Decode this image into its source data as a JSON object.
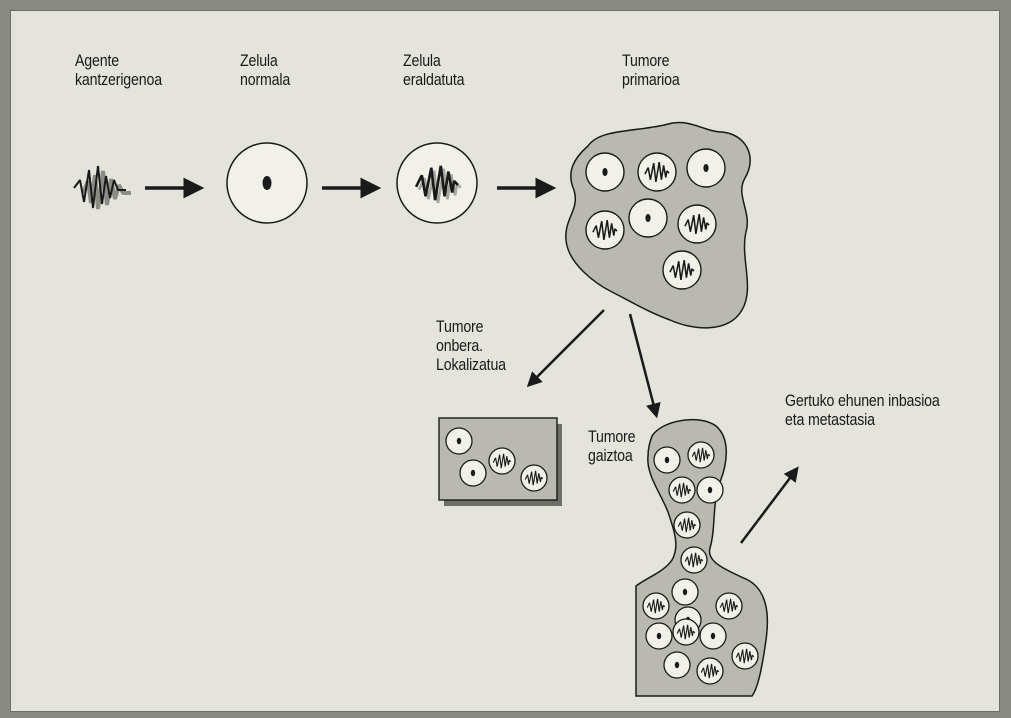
{
  "labels": {
    "agente": [
      "Agente",
      "kantzerigenoa"
    ],
    "zelula_normala": [
      "Zelula",
      "normala"
    ],
    "zelula_eraldatuta": [
      "Zelula",
      "eraldatuta"
    ],
    "tumore_primarioa": [
      "Tumore",
      "primarioa"
    ],
    "tumore_onbera": [
      "Tumore",
      "onbera.",
      "Lokalizatua"
    ],
    "tumore_gaiztoa": [
      "Tumore",
      "gaiztoa"
    ],
    "inbasioa": [
      "Gertuko ehunen inbasioa",
      "eta metastasia"
    ]
  },
  "colors": {
    "background": "#e4e4dc",
    "tumor_fill": "#b9b9b2",
    "cell_fill": "#f1f1e9",
    "stroke": "#1a1a1a",
    "shadow": "#8c8c86"
  }
}
